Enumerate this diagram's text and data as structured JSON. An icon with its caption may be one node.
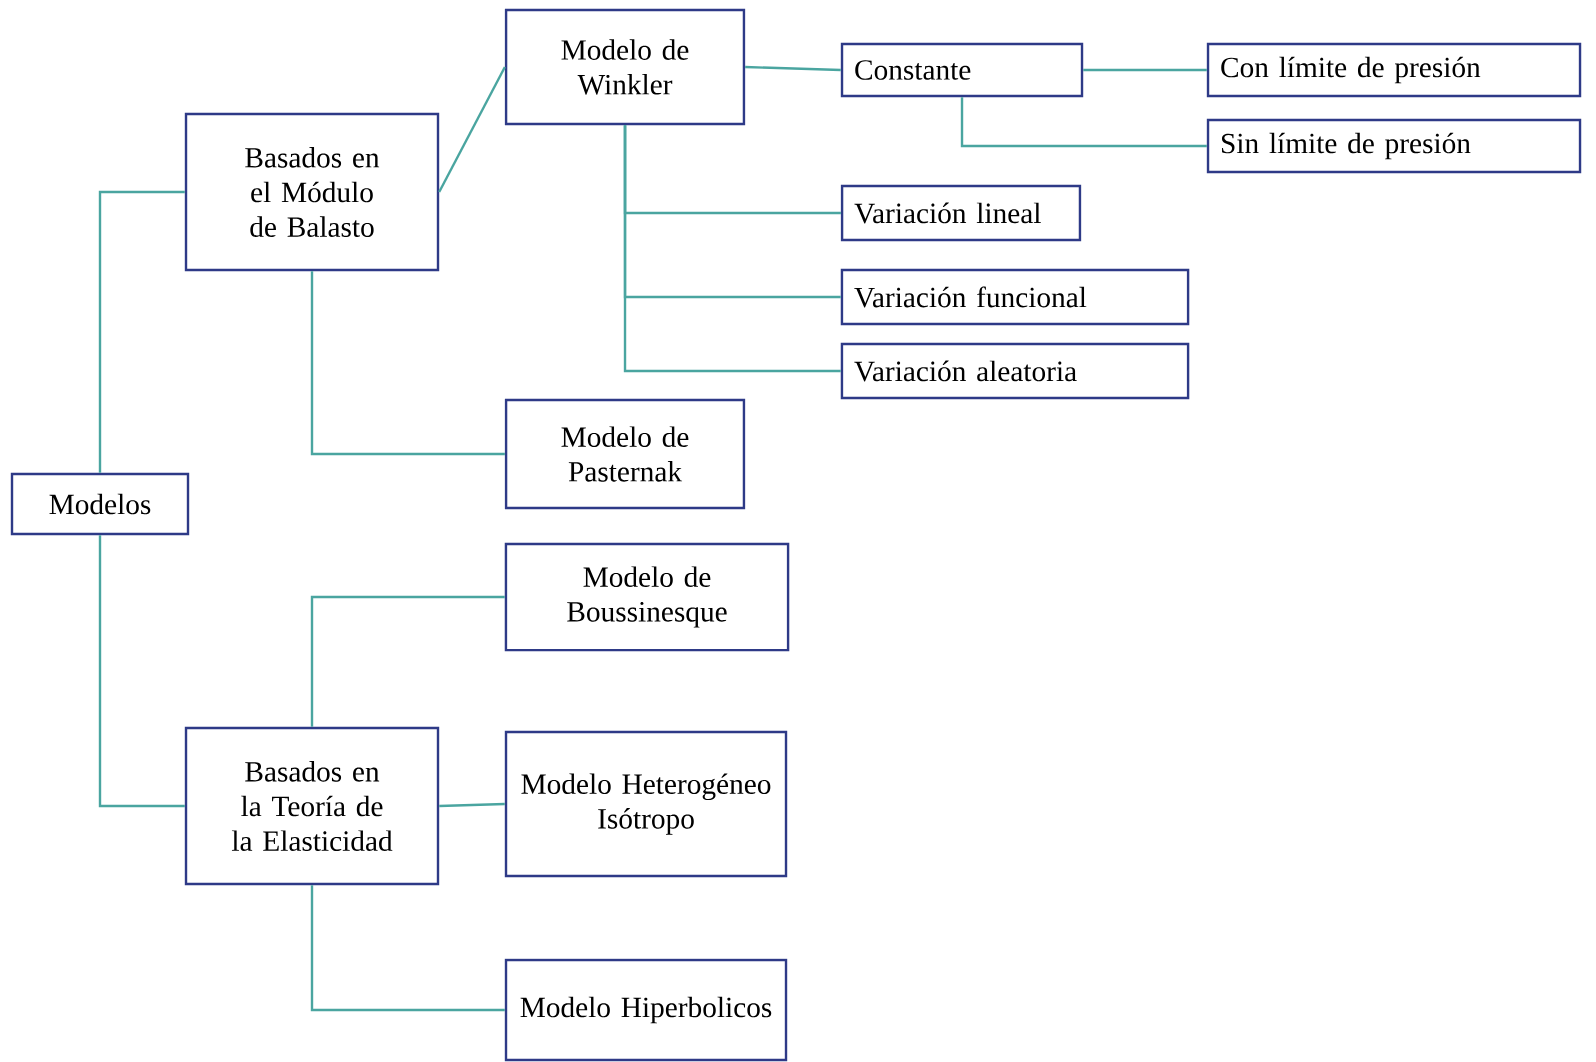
{
  "diagram": {
    "nodes": [
      {
        "text": [
          "Modelos"
        ]
      },
      {
        "text": [
          "Basados en el Módulo de Balasto"
        ]
      },
      {
        "text": [
          "Modelo de Winkler"
        ]
      },
      {
        "text": [
          "Constante"
        ]
      },
      {
        "text": [
          "Con límite de presión"
        ]
      },
      {
        "text": [
          "Sin límite de presión"
        ]
      },
      {
        "text": [
          "Variación lineal"
        ]
      },
      {
        "text": [
          "Variación funcional"
        ]
      },
      {
        "text": [
          "Variación aleatoria"
        ]
      },
      {
        "text": [
          "Modelo de Pasternak"
        ]
      },
      {
        "text": [
          "Modelo de Boussinesque"
        ]
      },
      {
        "text": [
          "Basados en la Teoría de la Elasticidad"
        ]
      },
      {
        "text": [
          "Modelo Heterogéneo Isótropo"
        ]
      },
      {
        "text": [
          "Modelo Hiperbolicos"
        ]
      }
    ],
    "edges": [
      {
        "from": 0,
        "to": 1,
        "arrow": "none"
      },
      {
        "from": 0,
        "to": 11,
        "arrow": "none"
      },
      {
        "from": 1,
        "to": 2,
        "arrow": "none"
      },
      {
        "from": 1,
        "to": 9,
        "arrow": "none"
      },
      {
        "from": 2,
        "to": 3,
        "arrow": "none"
      },
      {
        "from": 3,
        "to": 4,
        "arrow": "none"
      },
      {
        "from": 3,
        "to": 5,
        "arrow": "none"
      },
      {
        "from": 2,
        "to": 6,
        "arrow": "none"
      },
      {
        "from": 2,
        "to": 7,
        "arrow": "none"
      },
      {
        "from": 2,
        "to": 8,
        "arrow": "none"
      },
      {
        "from": 11,
        "to": 10,
        "arrow": "none"
      },
      {
        "from": 11,
        "to": 12,
        "arrow": "none"
      },
      {
        "from": 11,
        "to": 13,
        "arrow": "none"
      }
    ]
  }
}
